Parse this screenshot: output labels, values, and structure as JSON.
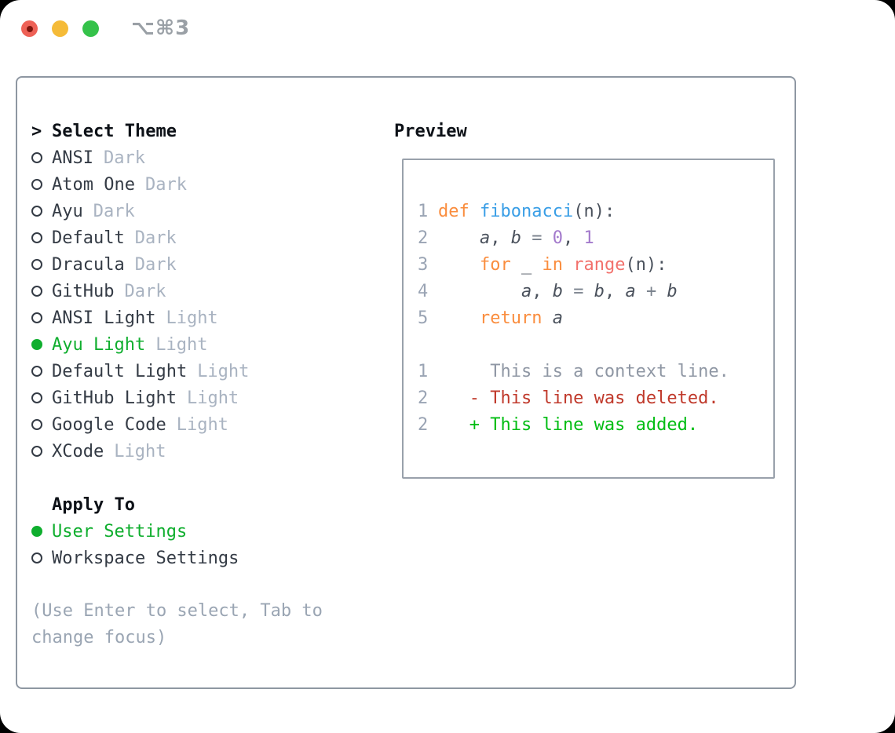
{
  "window": {
    "title": "⌥⌘3",
    "traffic_lights": [
      {
        "name": "close"
      },
      {
        "name": "minimize"
      },
      {
        "name": "zoom"
      }
    ]
  },
  "theme_panel": {
    "header": {
      "pointer": ">",
      "label": "Select Theme"
    },
    "themes": [
      {
        "name": "ANSI",
        "variant": "Dark",
        "selected": false
      },
      {
        "name": "Atom One",
        "variant": "Dark",
        "selected": false
      },
      {
        "name": "Ayu",
        "variant": "Dark",
        "selected": false
      },
      {
        "name": "Default",
        "variant": "Dark",
        "selected": false
      },
      {
        "name": "Dracula",
        "variant": "Dark",
        "selected": false
      },
      {
        "name": "GitHub",
        "variant": "Dark",
        "selected": false
      },
      {
        "name": "ANSI Light",
        "variant": "Light",
        "selected": false
      },
      {
        "name": "Ayu Light",
        "variant": "Light",
        "selected": true
      },
      {
        "name": "Default Light",
        "variant": "Light",
        "selected": false
      },
      {
        "name": "GitHub Light",
        "variant": "Light",
        "selected": false
      },
      {
        "name": "Google Code",
        "variant": "Light",
        "selected": false
      },
      {
        "name": "XCode",
        "variant": "Light",
        "selected": false
      }
    ],
    "apply_to": {
      "label": "Apply To",
      "options": [
        {
          "label": "User Settings",
          "selected": true
        },
        {
          "label": "Workspace Settings",
          "selected": false
        }
      ]
    },
    "hint": "(Use Enter to select, Tab to change focus)"
  },
  "preview": {
    "label": "Preview",
    "lines": [
      {
        "num": "1",
        "tokens": [
          {
            "t": "def",
            "s": "kw"
          },
          {
            "t": " "
          },
          {
            "t": "fibonacci",
            "s": "fn"
          },
          {
            "t": "(n):"
          }
        ]
      },
      {
        "num": "2",
        "tokens": [
          {
            "t": "    "
          },
          {
            "t": "a",
            "s": "var"
          },
          {
            "t": ", "
          },
          {
            "t": "b",
            "s": "var"
          },
          {
            "t": " "
          },
          {
            "t": "=",
            "s": "op"
          },
          {
            "t": " "
          },
          {
            "t": "0",
            "s": "num"
          },
          {
            "t": ", "
          },
          {
            "t": "1",
            "s": "num"
          }
        ]
      },
      {
        "num": "3",
        "tokens": [
          {
            "t": "    "
          },
          {
            "t": "for",
            "s": "kw"
          },
          {
            "t": " _ "
          },
          {
            "t": "in",
            "s": "kw"
          },
          {
            "t": " "
          },
          {
            "t": "range",
            "s": "call"
          },
          {
            "t": "(n):"
          }
        ]
      },
      {
        "num": "4",
        "tokens": [
          {
            "t": "        "
          },
          {
            "t": "a",
            "s": "var"
          },
          {
            "t": ", "
          },
          {
            "t": "b",
            "s": "var"
          },
          {
            "t": " "
          },
          {
            "t": "=",
            "s": "op"
          },
          {
            "t": " "
          },
          {
            "t": "b",
            "s": "var"
          },
          {
            "t": ", "
          },
          {
            "t": "a",
            "s": "var"
          },
          {
            "t": " "
          },
          {
            "t": "+",
            "s": "op"
          },
          {
            "t": " "
          },
          {
            "t": "b",
            "s": "var"
          }
        ]
      },
      {
        "num": "5",
        "tokens": [
          {
            "t": "    "
          },
          {
            "t": "return",
            "s": "kw"
          },
          {
            "t": " "
          },
          {
            "t": "a",
            "s": "var"
          }
        ]
      },
      {
        "num": "",
        "tokens": []
      },
      {
        "num": "1",
        "tokens": [
          {
            "t": "     This is a context line.",
            "s": "ctx"
          }
        ]
      },
      {
        "num": "2",
        "tokens": [
          {
            "t": "   - This line was deleted.",
            "s": "del"
          }
        ]
      },
      {
        "num": "2",
        "tokens": [
          {
            "t": "   + This line was added.",
            "s": "add"
          }
        ]
      }
    ]
  },
  "colors": {
    "window_bg": "#ffffff",
    "outside_bg": "#000000",
    "panel_border": "#8e97a2",
    "title_gray": "#9aa0a6",
    "traffic_red": "#ee6156",
    "traffic_red_dot": "#7e150d",
    "traffic_yellow": "#f5bb38",
    "traffic_green": "#35c24a",
    "header_text": "#0d1117",
    "item_text": "#343b45",
    "variant_text": "#a9b3c1",
    "selected_green": "#0fae2e",
    "hint_text": "#9aa5b3",
    "preview_border": "#99a1ab",
    "line_number": "#9aa4b4",
    "code_text": "#4a515c",
    "keyword_orange": "#fa8d3e",
    "function_blue": "#399ee6",
    "number_purple": "#a37acc",
    "call_salmon": "#f2716c",
    "operator_gray": "#79818c",
    "context_gray": "#8f97a4",
    "deleted_red": "#c0392b",
    "added_green": "#00bd13"
  }
}
